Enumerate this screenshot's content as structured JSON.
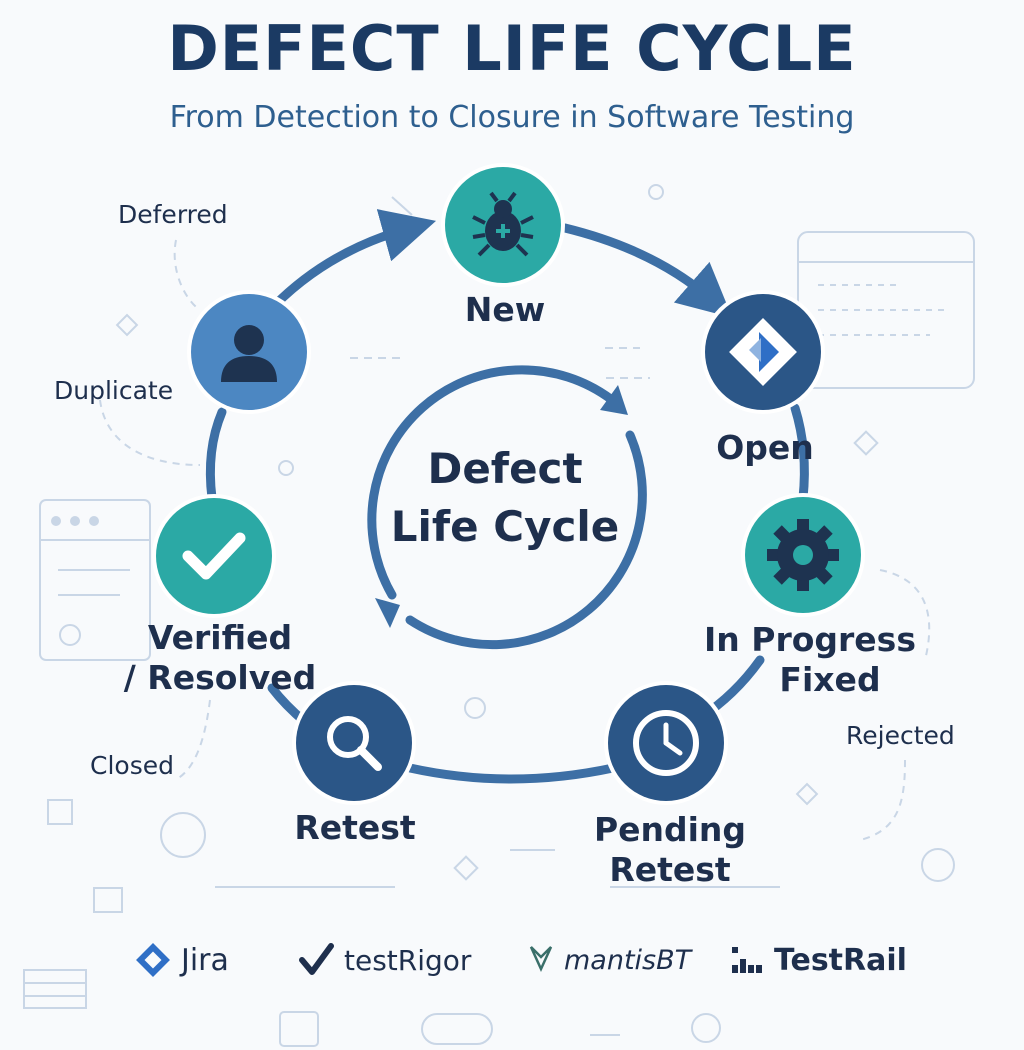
{
  "title": "DEFECT LIFE CYCLE",
  "subtitle": "From Detection to Closure in Software Testing",
  "center_label_line1": "Defect",
  "center_label_line2": "Life Cycle",
  "stages": [
    {
      "id": "new",
      "label": "New",
      "icon": "bug-icon"
    },
    {
      "id": "open",
      "label": "Open",
      "icon": "diamond-logo-icon"
    },
    {
      "id": "in_progress",
      "label_line1": "In Progress",
      "label_line2": "Fixed",
      "icon": "gear-icon"
    },
    {
      "id": "pending_retest",
      "label_line1": "Pending",
      "label_line2": "Retest",
      "icon": "clock-icon"
    },
    {
      "id": "retest",
      "label": "Retest",
      "icon": "search-icon"
    },
    {
      "id": "verified",
      "label_line1": "Verified",
      "label_line2": "/ Resolved",
      "icon": "checkmark-icon"
    },
    {
      "id": "user",
      "icon": "user-icon"
    }
  ],
  "side_states": {
    "deferred": "Deferred",
    "duplicate": "Duplicate",
    "closed": "Closed",
    "rejected": "Rejected"
  },
  "tools": [
    {
      "name": "Jira",
      "icon": "jira-icon"
    },
    {
      "name": "testRigor",
      "icon": "check-logo-icon"
    },
    {
      "name": "mantisBT",
      "icon": "mantis-icon"
    },
    {
      "name": "TestRail",
      "icon": "testrail-icon"
    }
  ],
  "colors": {
    "title": "#1b3a63",
    "subtitle": "#2e5f8f",
    "text": "#1e2f4d",
    "ring": "#3d6fa5",
    "teal": "#2ba9a5",
    "navy": "#2b5687",
    "blue": "#4c87c2",
    "decor": "#c9d6e6"
  }
}
